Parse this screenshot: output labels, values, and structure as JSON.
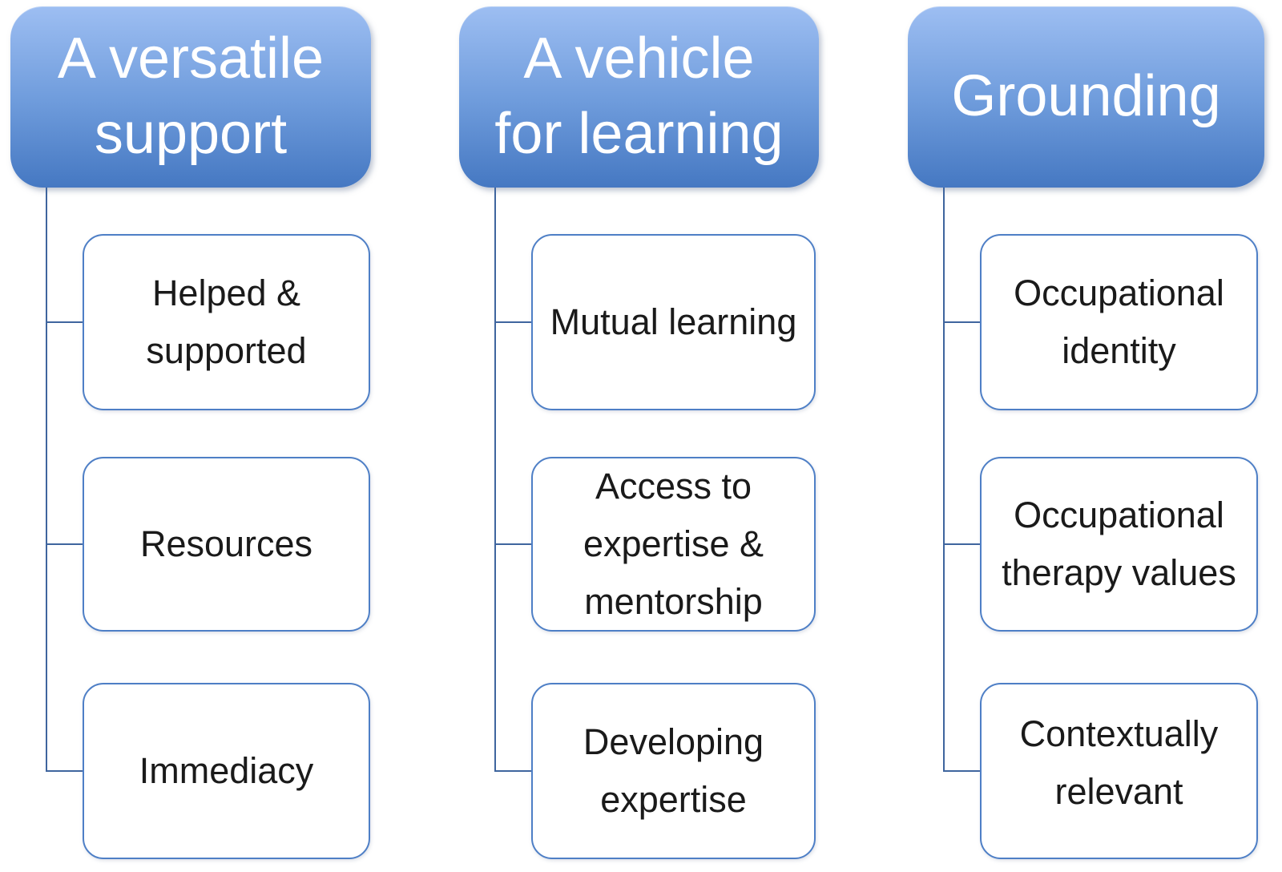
{
  "diagram": {
    "columns": [
      {
        "header": "A versatile support",
        "header_lines": [
          "A versatile",
          "support"
        ],
        "children": [
          {
            "label": "Helped & supported"
          },
          {
            "label": "Resources"
          },
          {
            "label": "Immediacy"
          }
        ]
      },
      {
        "header": "A vehicle for learning",
        "header_lines": [
          "A vehicle",
          "for learning"
        ],
        "children": [
          {
            "label": "Mutual learning"
          },
          {
            "label": "Access to expertise & mentorship"
          },
          {
            "label": "Developing expertise"
          }
        ]
      },
      {
        "header": "Grounding",
        "header_lines": [
          "Grounding"
        ],
        "children": [
          {
            "label": "Occupational identity"
          },
          {
            "label": "Occupational therapy values"
          },
          {
            "label": "Contextually relevant"
          }
        ]
      }
    ],
    "colors": {
      "header_gradient_top": "#9DBEF2",
      "header_gradient_bottom": "#4578C2",
      "header_text": "#FFFFFF",
      "child_border": "#4E7FC6",
      "connector": "#3F659E",
      "child_text": "#1A1A1A",
      "background": "#FFFFFF"
    }
  }
}
